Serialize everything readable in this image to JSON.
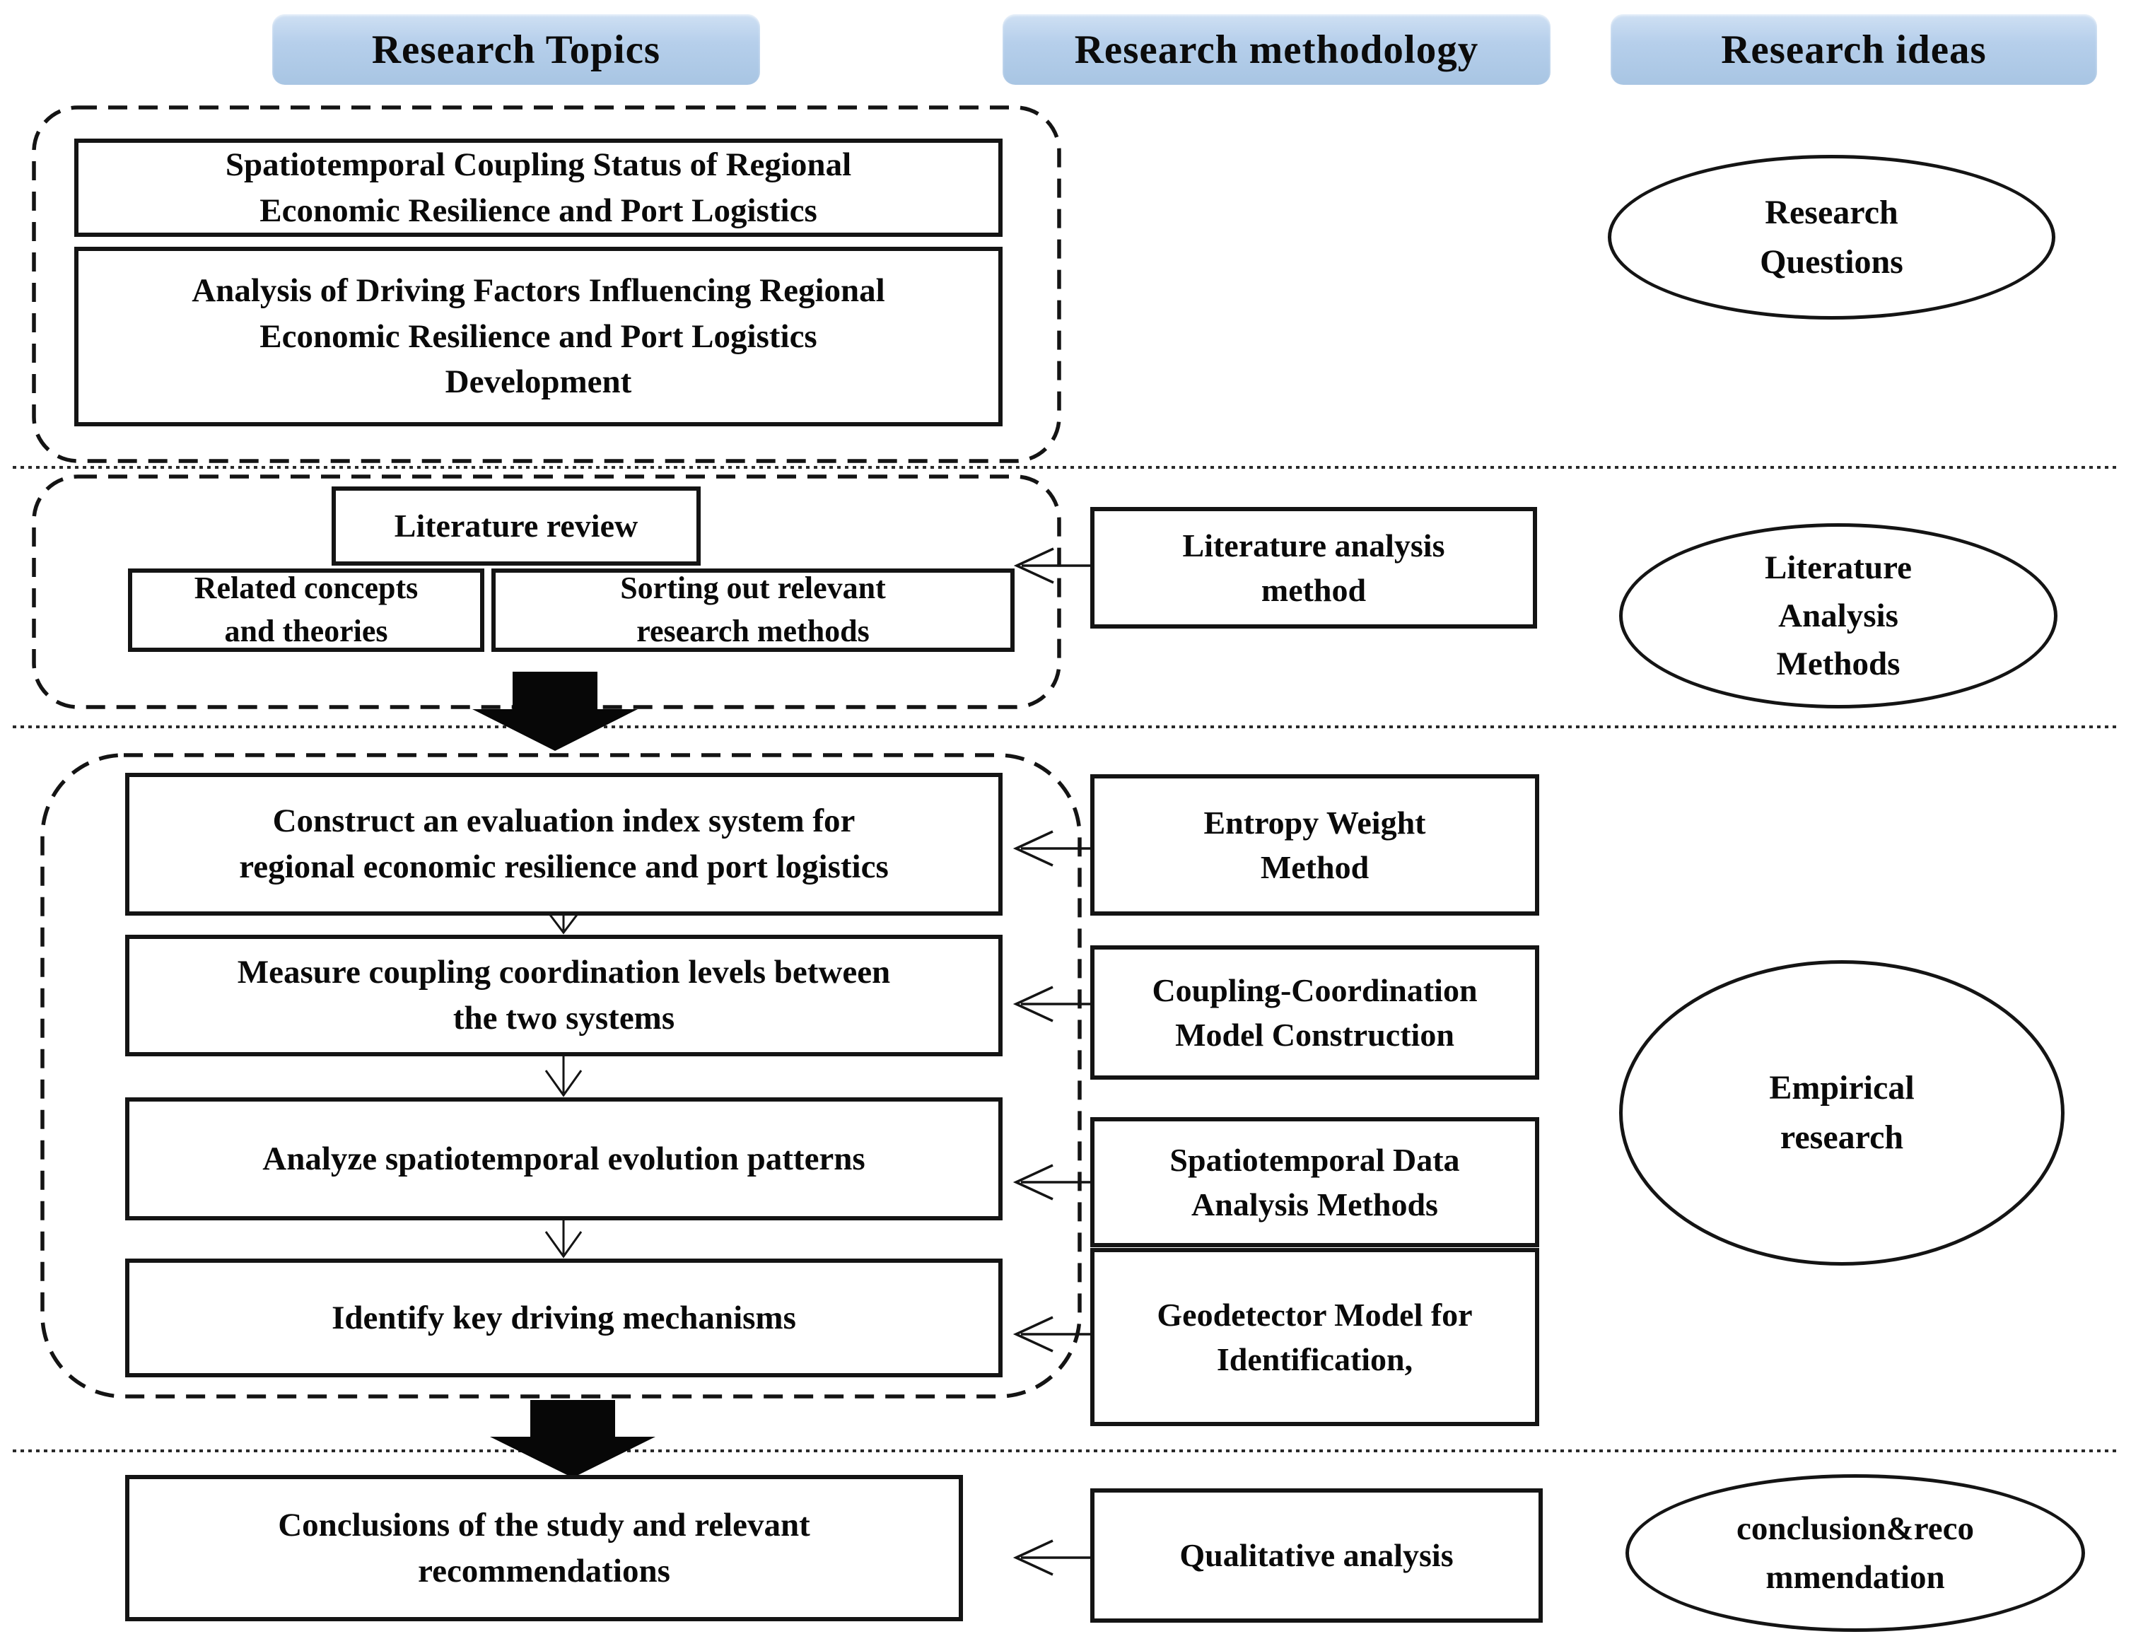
{
  "headers": {
    "topics": "Research Topics",
    "methodology": "Research methodology",
    "ideas": "Research ideas"
  },
  "row_questions": {
    "topic_boxes": [
      "Spatiotemporal Coupling Status of Regional\nEconomic Resilience and Port Logistics",
      "Analysis of Driving Factors Influencing Regional\nEconomic Resilience and Port Logistics\nDevelopment"
    ],
    "idea": "Research\nQuestions"
  },
  "row_literature": {
    "review_box": "Literature review",
    "concepts_box": "Related concepts\nand theories",
    "sorting_box": "Sorting out relevant\nresearch methods",
    "method_box": "Literature analysis\nmethod",
    "idea": "Literature\nAnalysis\nMethods"
  },
  "row_empirical": {
    "steps": [
      "Construct an evaluation index system for\nregional economic resilience and port logistics",
      "Measure coupling coordination levels between\nthe two systems",
      "Analyze spatiotemporal evolution patterns",
      "Identify key driving mechanisms"
    ],
    "methods": [
      "Entropy Weight\nMethod",
      "Coupling-Coordination\nModel Construction",
      "Spatiotemporal Data\nAnalysis Methods",
      "Geodetector Model for\nIdentification,"
    ],
    "idea": "Empirical\nresearch"
  },
  "row_conclusion": {
    "topic_box": "Conclusions of the study and relevant\nrecommendations",
    "method_box": "Qualitative analysis",
    "idea": "conclusion&reco\nmmendation"
  },
  "colors": {
    "header_bg": "#b6cfeb",
    "header_bg_light": "#cfe0f3",
    "line": "#141414",
    "text": "#0a0a0a",
    "background": "#ffffff"
  }
}
